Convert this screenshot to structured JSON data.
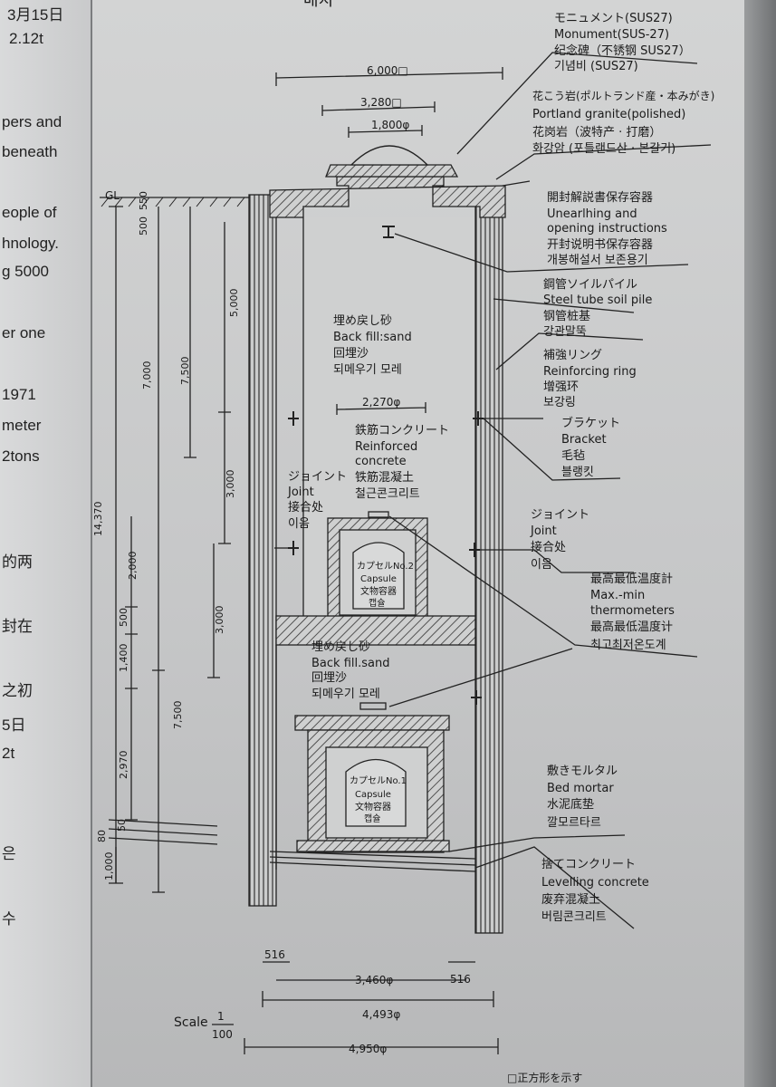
{
  "left_fragments": [
    "3月15日",
    "2.12t",
    "pers and",
    "beneath",
    "eople of",
    "hnology.",
    "g 5000",
    "er one",
    "1971",
    "meter",
    "2tons",
    "的两",
    "封在",
    "之初",
    "5日",
    "2t",
    "은",
    "수"
  ],
  "top_partial": "배치",
  "callouts": {
    "monument": [
      "モニュメント(SUS27)",
      "Monument(SUS-27)",
      "纪念碑（不锈钢 SUS27）",
      "기념비 (SUS27)"
    ],
    "granite": [
      "花こう岩(ポルトランド産・本みがき)",
      "Portland granite(polished)",
      "花岗岩（波特产 · 打磨）",
      "화강암 (포틀랜드산 · 본갈기)"
    ],
    "instructions": [
      "開封解説書保存容器",
      "Unearlhing and",
      "opening instructions",
      "开封说明书保存容器",
      "개봉해설서 보존용기"
    ],
    "pile": [
      "鋼管ソイルパイル",
      "Steel tube soil pile",
      "钢管桩基",
      "강관말뚝"
    ],
    "ring": [
      "補強リング",
      "Reinforcing ring",
      "增强环",
      "보강링"
    ],
    "bracket": [
      "ブラケット",
      "Bracket",
      "毛毡",
      "블랭킷"
    ],
    "joint_right": [
      "ジョイント",
      "Joint",
      "接合处",
      "이음"
    ],
    "thermometer": [
      "最高最低温度計",
      "Max.-min",
      "thermometers",
      "最高最低温度计",
      "최고최저온도계"
    ],
    "bed_mortar": [
      "敷きモルタル",
      "Bed mortar",
      "水泥底垫",
      "깔모르타르"
    ],
    "levelling": [
      "捨てコンクリート",
      "Levelling concrete",
      "废弃混凝土",
      "버림콘크리트"
    ],
    "backfill_top": [
      "埋め戻し砂",
      "Back fill:sand",
      "回埋沙",
      "되메우기 모레"
    ],
    "rc": [
      "鉄筋コンクリート",
      "Reinforced",
      "concrete",
      "铁筋混凝土",
      "철근콘크리트"
    ],
    "joint_left": [
      "ジョイント",
      "Joint",
      "接合处",
      "이음"
    ],
    "backfill_bottom": [
      "埋め戻し砂",
      "Back fill.sand",
      "回埋沙",
      "되메우기 모레"
    ]
  },
  "capsules": {
    "no2": [
      "カプセルNo.2",
      "Capsule",
      "文物容器",
      "캡슐"
    ],
    "no1": [
      "カプセルNo.1",
      "Capsule",
      "文物容器",
      "캡슐"
    ]
  },
  "dims": {
    "d6000": "6,000□",
    "d3280": "3,280□",
    "d1800": "1,800φ",
    "d2270": "2,270φ",
    "d516l": "516",
    "d516r": "516",
    "d3460": "3,460φ",
    "d4493": "4,493φ",
    "d4950": "4,950φ",
    "gl": "GL",
    "v550": "550",
    "v500a": "500",
    "v5000": "5,000",
    "v7000": "7,000",
    "v7500a": "7,500",
    "v14370": "14,370",
    "v3000a": "3,000",
    "v2000": "2,000",
    "v3000b": "3,000",
    "v500b": "500",
    "v1400": "1,400",
    "v7500b": "7,500",
    "v2970": "2,970",
    "v50": "50",
    "v80": "80",
    "v1000": "1,000"
  },
  "scale": {
    "label": "Scale",
    "num": "1",
    "den": "100"
  },
  "footnote": "□正方形を示す"
}
